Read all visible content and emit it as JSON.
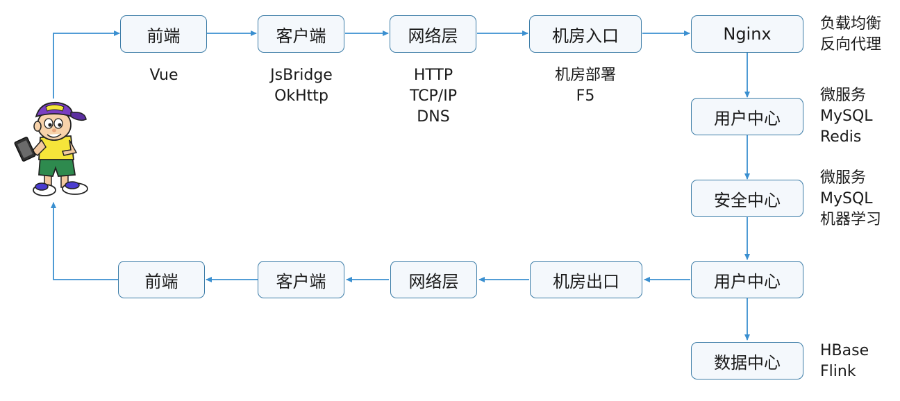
{
  "top_row": [
    {
      "label": "前端"
    },
    {
      "label": "客户端"
    },
    {
      "label": "网络层"
    },
    {
      "label": "机房入口"
    },
    {
      "label": "Nginx"
    }
  ],
  "top_notes": {
    "frontend": [
      "Vue"
    ],
    "client": [
      "JsBridge",
      "OkHttp"
    ],
    "network": [
      "HTTP",
      "TCP/IP",
      "DNS"
    ],
    "datacenter_entry": [
      "机房部署",
      "F5"
    ]
  },
  "right_column": [
    {
      "label": "用户中心"
    },
    {
      "label": "安全中心"
    },
    {
      "label": "用户中心"
    },
    {
      "label": "数据中心"
    }
  ],
  "right_notes": {
    "nginx": [
      "负载均衡",
      "反向代理"
    ],
    "user_center": [
      "微服务",
      "MySQL",
      "Redis"
    ],
    "security_center": [
      "微服务",
      "MySQL",
      "机器学习"
    ],
    "data_center": [
      "HBase",
      "Flink"
    ]
  },
  "bottom_row": [
    {
      "label": "前端"
    },
    {
      "label": "客户端"
    },
    {
      "label": "网络层"
    },
    {
      "label": "机房出口"
    }
  ],
  "colors": {
    "arrow": "#3a8fd0",
    "box_border": "#3a7ba6",
    "box_fill": "#f4f8fc"
  },
  "icons": {
    "user": "kid-with-tablet-icon"
  }
}
